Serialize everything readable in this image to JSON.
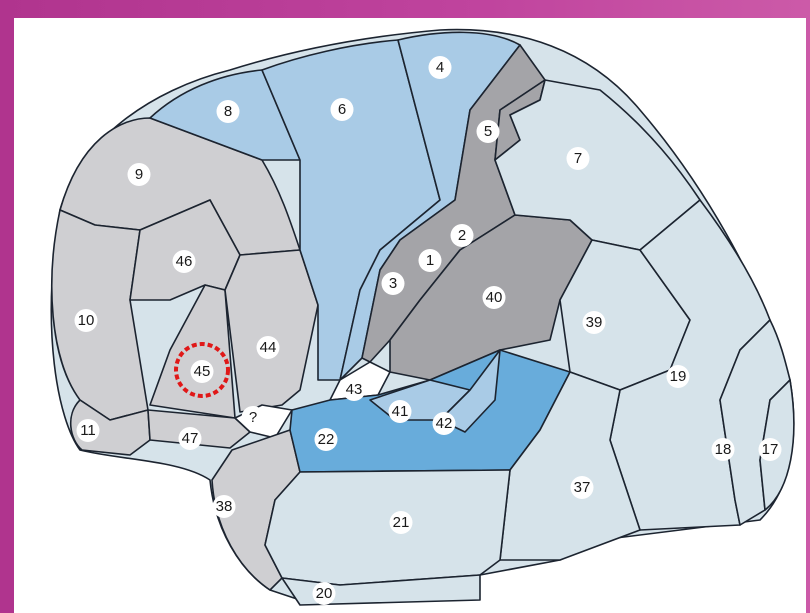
{
  "labels": {
    "a1": "1",
    "a2": "2",
    "a3": "3",
    "a4": "4",
    "a5": "5",
    "a6": "6",
    "a7": "7",
    "a8": "8",
    "a9": "9",
    "a10": "10",
    "a11": "11",
    "a17": "17",
    "a18": "18",
    "a19": "19",
    "a20": "20",
    "a21": "21",
    "a22": "22",
    "a37": "37",
    "a38": "38",
    "a39": "39",
    "a40": "40",
    "a41": "41",
    "a42": "42",
    "a43": "43",
    "a44": "44",
    "a45": "45",
    "a46": "46",
    "a47": "47",
    "unknown": "?"
  },
  "colors": {
    "background": "#b0348e",
    "frontal_grey": "#cfcfd2",
    "somatosensory_dark_grey": "#a4a4a8",
    "posterior_light_blue": "#d6e3ea",
    "motor_blue": "#a9cbe6",
    "auditory_blue": "#68acdb",
    "highlight_red": "#e01818"
  }
}
